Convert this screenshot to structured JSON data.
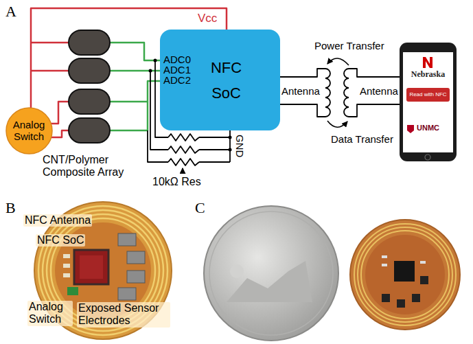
{
  "diagram": {
    "nodes": [
      {
        "text": [
          "ADC0",
          "ADC1",
          "ADC2",
          "NFC SoC"
        ]
      },
      {
        "text": [
          "Analog Switch"
        ]
      },
      {
        "text": [
          "Nebraska",
          "Read with NFC",
          "UNMC"
        ]
      }
    ],
    "labels": [
      "A",
      "Vcc",
      "CNT/Polymer Composite Array",
      "GND",
      "10kΩ Res",
      "Antenna",
      "Antenna",
      "Power Transfer",
      "Data Transfer",
      "B",
      "NFC Antenna",
      "NFC SoC",
      "Analog Switch",
      "Exposed Sensor Electrodes",
      "C"
    ]
  }
}
